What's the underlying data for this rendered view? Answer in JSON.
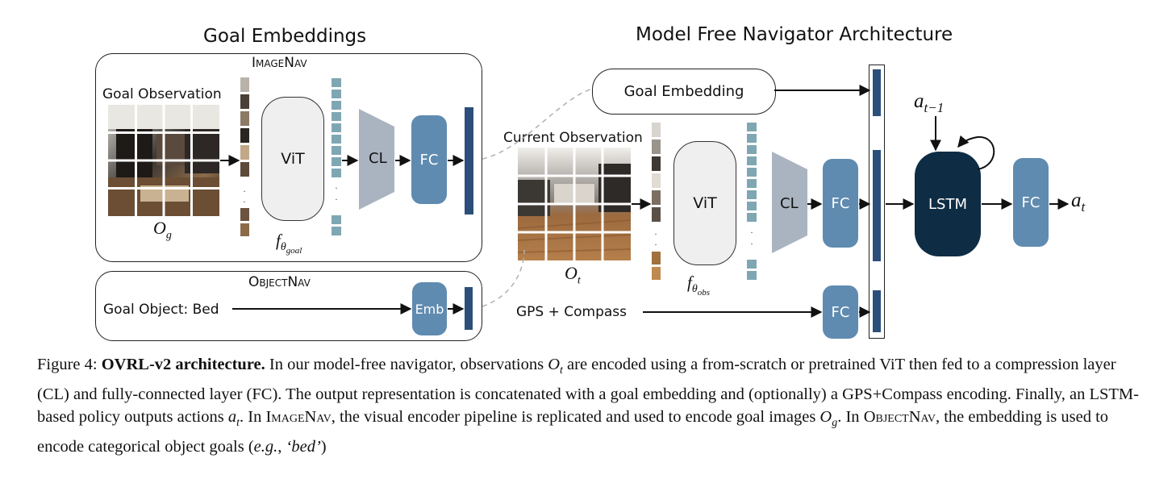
{
  "titles": {
    "left": "Goal Embeddings",
    "right": "Model Free Navigator Architecture"
  },
  "imagenav": {
    "panel_title": "ImageNav",
    "goal_observation_label": "Goal Observation",
    "obs_symbol": "O",
    "obs_subscript": "g",
    "vit_label": "ViT",
    "cl_label": "CL",
    "fc_label": "FC",
    "f_symbol": "f",
    "f_subscript": "θ",
    "f_subsubscript": "goal"
  },
  "objectnav": {
    "panel_title": "ObjectNav",
    "goal_object_label": "Goal Object: Bed",
    "emb_label": "Emb"
  },
  "navigator": {
    "goal_embedding_label": "Goal Embedding",
    "current_observation_label": "Current Observation",
    "obs_symbol": "O",
    "obs_subscript": "t",
    "vit_label": "ViT",
    "cl_label": "CL",
    "fc_label": "FC",
    "f_symbol": "f",
    "f_subscript": "θ",
    "f_subsubscript": "obs",
    "gps_label": "GPS + Compass",
    "gps_fc_label": "FC",
    "lstm_label": "LSTM",
    "out_fc_label": "FC",
    "prev_action_symbol": "a",
    "prev_action_subscript": "t−1",
    "action_symbol": "a",
    "action_subscript": "t"
  },
  "colors": {
    "fc_blue": "#5f8bb0",
    "bar_navy": "#2b4f7a",
    "lstm_navy": "#0e2d45",
    "cl_gray": "#a9b4c0",
    "embed_teal": "#7fa7b3"
  },
  "caption": {
    "fig": "Figure 4: ",
    "bold": "OVRL-v2 architecture.",
    "s1": " In our model-free navigator, observations ",
    "o_t": "O",
    "o_t_sub": "t",
    "s2": " are encoded using a from-scratch or pretrained ViT then fed to a compression layer (CL) and fully-connected layer (FC). The output representation is concatenated with a goal embedding and (optionally) a GPS+Compass encoding. Finally, an LSTM-based policy outputs actions ",
    "a_t": "a",
    "a_t_sub": "t",
    "s3": ". In ",
    "imagenav": "ImageNav",
    "s4": ", the visual encoder pipeline is replicated and used to encode goal images ",
    "o_g": "O",
    "o_g_sub": "g",
    "s5": ". In ",
    "objectnav": "ObjectNav",
    "s6": ", the embedding is used to encode categorical object goals (",
    "eg": "e.g.",
    "s7": ", ",
    "bed": "‘bed’",
    "s8": ")"
  }
}
